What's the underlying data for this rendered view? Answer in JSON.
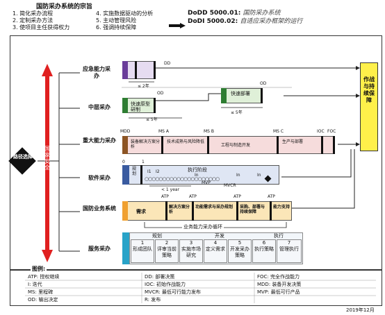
{
  "header": {
    "title": "国防采办系统的宗旨",
    "left_list": [
      "1. 简化采办流程",
      "2. 定制采办方法",
      "3. 使项目主任获得权力"
    ],
    "right_list": [
      "4. 实施数据驱动的分析",
      "5. 主动管理风险",
      "6. 强调持续保障"
    ],
    "dodd_label": "DoDD 5000.01:",
    "dodd_text": "国防采办系统",
    "dodi_label": "DoDI 5000.02:",
    "dodi_text": "自适应采办框架的运行"
  },
  "left": {
    "arrow_text": "国家安全",
    "diamond_text": "路径选择"
  },
  "lanes": [
    {
      "label": "应急能力采办"
    },
    {
      "label": "中层采办"
    },
    {
      "label": "重大能力采办"
    },
    {
      "label": "软件采办"
    },
    {
      "label": "国防业务系统"
    },
    {
      "label": "服务采办"
    }
  ],
  "right_box": "作战与持续保障",
  "urgent": {
    "dd": "DD",
    "span": "≤ 2年"
  },
  "mid": {
    "od": "OD",
    "od2": "OD",
    "bar1": "快速原型研制",
    "bar2": "快速部署",
    "span1": "≤ 5年",
    "span2": "≤ 5年"
  },
  "major": {
    "mdd": "MDD",
    "msa": "MS A",
    "msb": "MS B",
    "msc": "MS C",
    "ioc": "IOC",
    "foc": "FOC",
    "seg1": "装备解决方案分析",
    "seg2": "技术成熟与风险降低",
    "seg3": "工程与制造开发",
    "seg4": "生产与部署"
  },
  "software": {
    "zero": "0",
    "one": "1",
    "plan": "规划",
    "i1": "I1",
    "i2": "I2",
    "exec": "执行阶段",
    "in": "In",
    "mvp": "MVP",
    "mvcr": "MVCR",
    "year": "< 1 year"
  },
  "biz": {
    "atp": "ATP",
    "bar1": "需求",
    "bar2": "解决方案分析",
    "bar3": "功能需求与采办规划",
    "bar4": "采购、部署与持续保障",
    "bar5": "能力支持",
    "loop": "业务能力采办循环"
  },
  "service": {
    "plan": "规划",
    "dev": "开发",
    "exec": "执行",
    "steps": [
      {
        "n": "1",
        "t": "形成团队"
      },
      {
        "n": "2",
        "t": "评审当前策略"
      },
      {
        "n": "3",
        "t": "实施市场研究"
      },
      {
        "n": "4",
        "t": "定义需求"
      },
      {
        "n": "5",
        "t": "开发采办策略"
      },
      {
        "n": "6",
        "t": "执行策略"
      },
      {
        "n": "7",
        "t": "管理执行"
      }
    ]
  },
  "legend": {
    "title": "图例:",
    "items": [
      "ATP: 授权继续",
      "DD: 部署决策",
      "FOC: 完全作战能力",
      "I: 迭代",
      "IOC: 初始作战能力",
      "MDD: 装备开发决策",
      "MS: 里程碑",
      "MVCR: 最低可行能力发布",
      "MVP: 最低可行产品",
      "OD: 输出决定",
      "R: 发布",
      ""
    ]
  },
  "date": "2019年12月",
  "colors": {
    "purple": "#6a3d9a",
    "green": "#2e7d32",
    "brown": "#8d5524",
    "blue": "#3a5ba0",
    "orange": "#f0a030",
    "cyan": "#29a3c8",
    "red": "#e02020",
    "yellow": "#fff04a"
  }
}
